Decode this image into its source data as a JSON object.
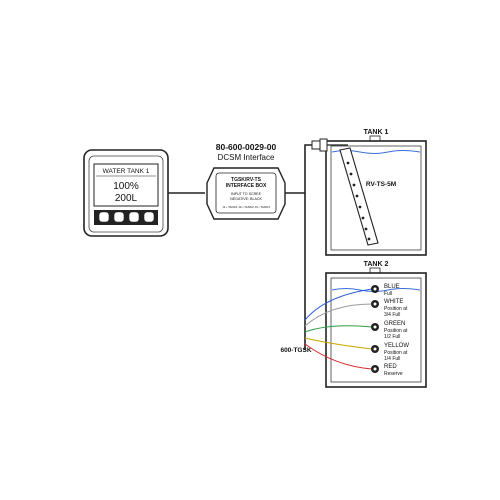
{
  "display": {
    "title": "WATER TANK 1",
    "percent": "100%",
    "volume": "200L"
  },
  "interface": {
    "part_number": "80-600-0029-00",
    "name": "DCSM Interface",
    "box_line1": "TGSK/RV-TS",
    "box_line2": "INTERFACE BOX",
    "box_line3": "INPUT TO SCREE",
    "box_line4": "NEGATIVE: BLACK",
    "box_pins": "J1 • TANK1  J2 • TANK2  J3 • TANK3"
  },
  "tank1": {
    "label": "TANK 1",
    "sensor": "RV-TS-5M"
  },
  "tank2": {
    "label": "TANK 2",
    "kit": "600-TGSK",
    "sensors": [
      {
        "name": "BLUE",
        "desc1": "Full",
        "desc2": "",
        "color": "#2a5bd7"
      },
      {
        "name": "WHITE",
        "desc1": "Position at",
        "desc2": "3/4 Full",
        "color": "#9a9a9a"
      },
      {
        "name": "GREEN",
        "desc1": "Position at",
        "desc2": "1/2 Full",
        "color": "#2f9e44"
      },
      {
        "name": "YELLOW",
        "desc1": "Position at",
        "desc2": "1/4 Full",
        "color": "#c9a800"
      },
      {
        "name": "RED",
        "desc1": "Reserve",
        "desc2": "",
        "color": "#d62828"
      }
    ]
  },
  "colors": {
    "line": "#222222",
    "water": "#3a6fd8"
  }
}
